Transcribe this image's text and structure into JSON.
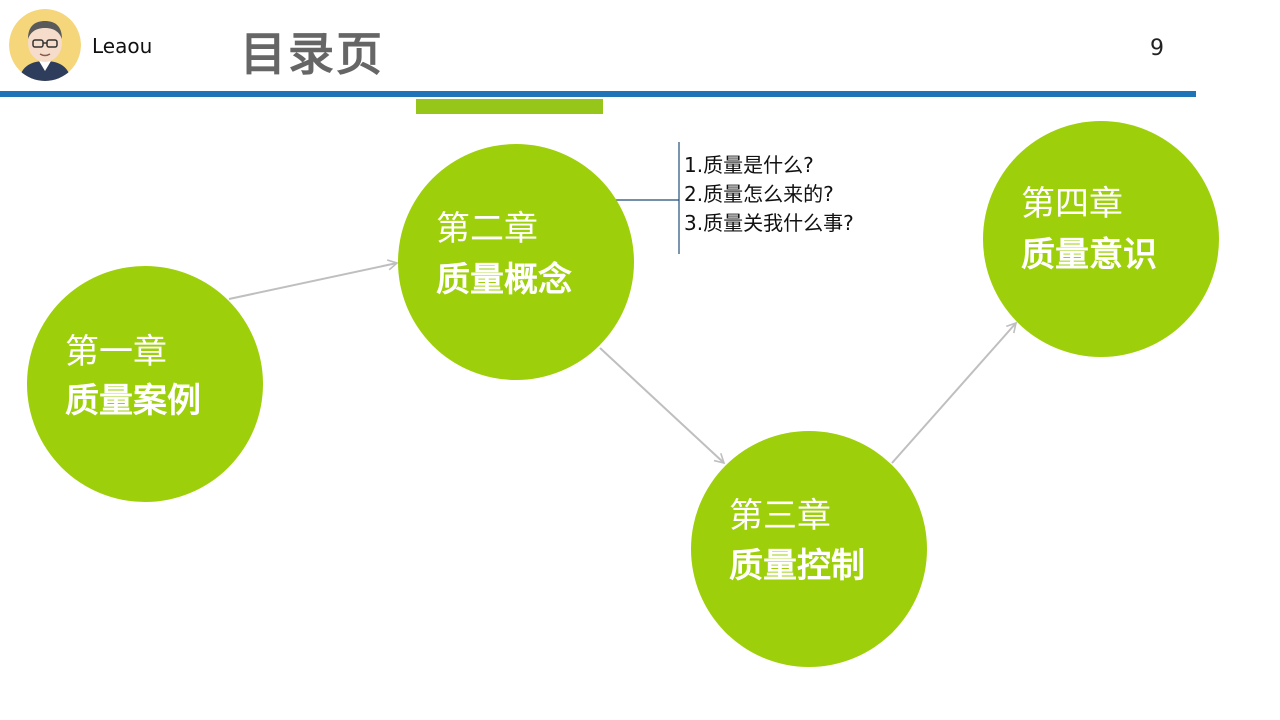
{
  "header": {
    "author": "Leaou",
    "title": "目录页",
    "page_number": "9"
  },
  "chapters": [
    {
      "chapter": "第一章",
      "title": "质量案例"
    },
    {
      "chapter": "第二章",
      "title": "质量概念"
    },
    {
      "chapter": "第三章",
      "title": "质量控制"
    },
    {
      "chapter": "第四章",
      "title": "质量意识"
    }
  ],
  "callout": {
    "items": [
      "1.质量是什么?",
      "2.质量怎么来的?",
      "3.质量关我什么事?"
    ]
  },
  "colors": {
    "circle": "#9ecf0b",
    "rule": "#1f73b7",
    "tab": "#97c61a",
    "title": "#666666",
    "arrow": "#bfbfbf"
  }
}
